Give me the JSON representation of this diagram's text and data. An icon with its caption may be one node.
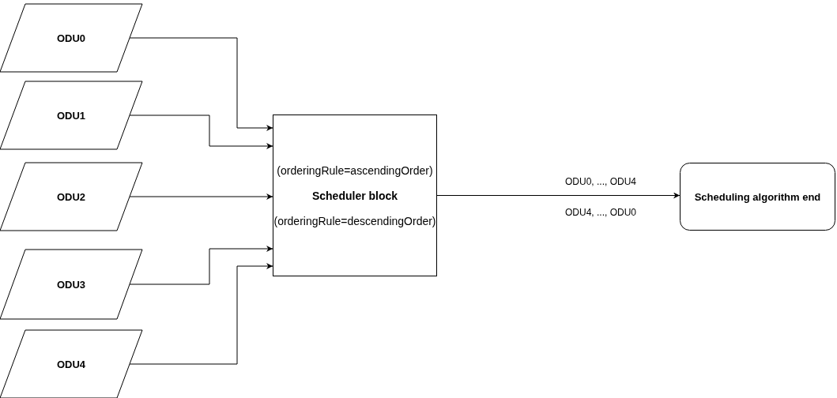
{
  "diagram": {
    "nodes": [
      {
        "text": [
          "ODU0"
        ]
      },
      {
        "text": [
          "ODU1"
        ]
      },
      {
        "text": [
          "ODU2"
        ]
      },
      {
        "text": [
          "ODU3"
        ]
      },
      {
        "text": [
          "ODU4"
        ]
      },
      {
        "text": [
          "(orderingRule=ascendingOrder)",
          "Scheduler block",
          "(orderingRule=descendingOrder)"
        ]
      },
      {
        "text": [
          "Scheduling algorithm end"
        ]
      }
    ],
    "edges": [
      {
        "from": 0,
        "to": 5,
        "arrow": "to"
      },
      {
        "from": 1,
        "to": 5,
        "arrow": "to"
      },
      {
        "from": 2,
        "to": 5,
        "arrow": "to"
      },
      {
        "from": 3,
        "to": 5,
        "arrow": "to"
      },
      {
        "from": 4,
        "to": 5,
        "arrow": "to"
      },
      {
        "from": 5,
        "to": 6,
        "arrow": "to"
      }
    ],
    "labels": [
      "ODU0, ..., ODU4",
      "ODU4, ..., ODU0"
    ]
  }
}
